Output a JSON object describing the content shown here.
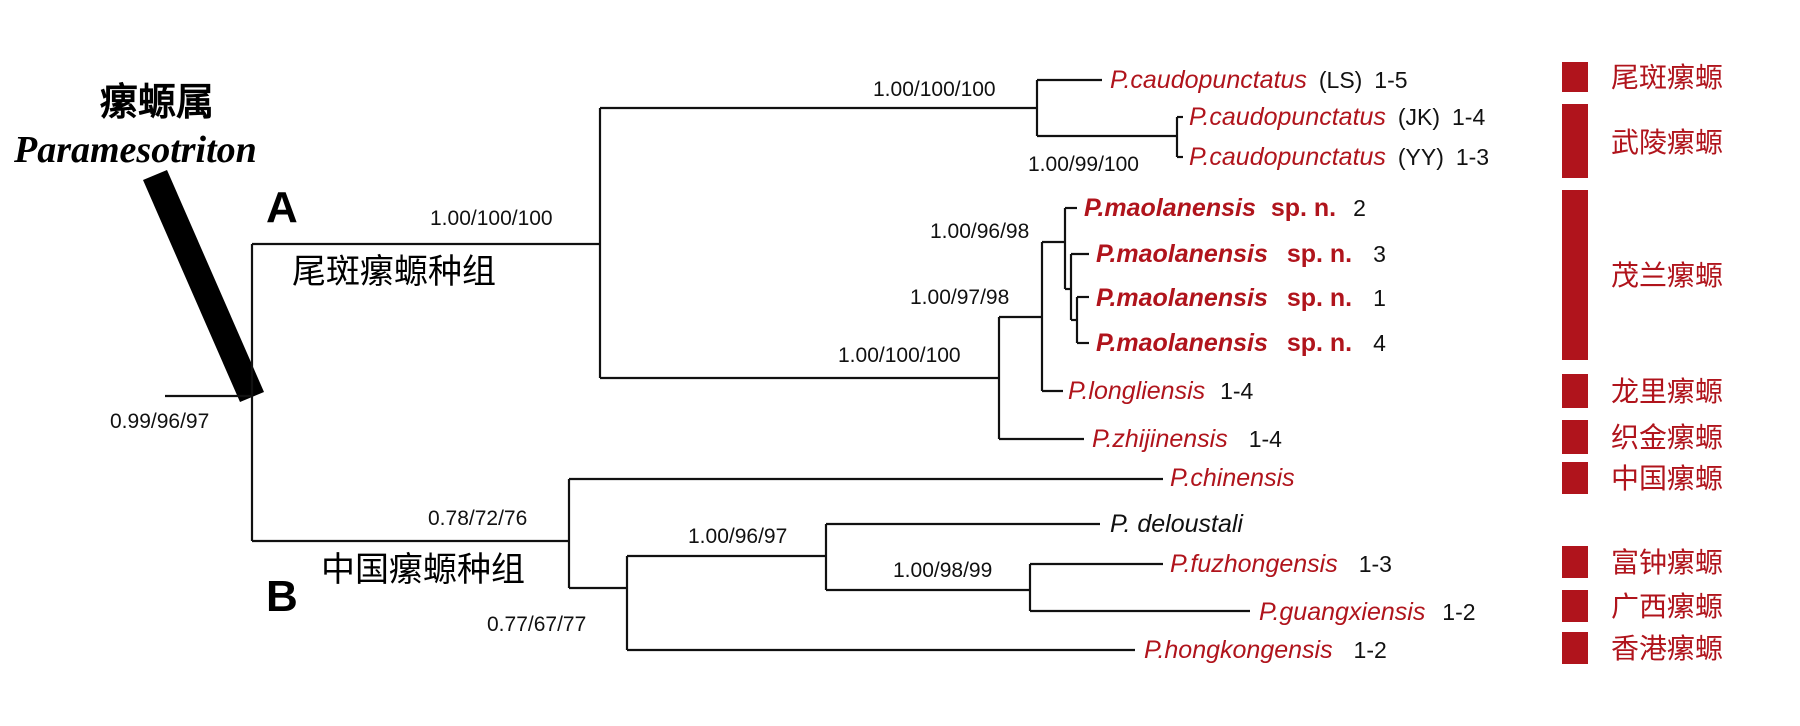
{
  "colors": {
    "accent_red": "#b0141c",
    "line": "#111111",
    "text": "#111111"
  },
  "genus": {
    "name_cn": "瘰螈属",
    "name_latin": "Paramesotriton"
  },
  "clades": [
    {
      "letter": "A",
      "label": "尾斑瘰螈种组"
    },
    {
      "letter": "B",
      "label": "中国瘰螈种组"
    }
  ],
  "support_values": [
    "0.99/96/97",
    "1.00/100/100",
    "1.00/100/100",
    "1.00/99/100",
    "1.00/100/100",
    "1.00/97/98",
    "1.00/96/98",
    "0.78/72/76",
    "0.77/67/77",
    "1.00/96/97",
    "1.00/98/99"
  ],
  "taxa": [
    {
      "name": "P.caudopunctatus",
      "qualifier": "(LS)",
      "count": "1-5",
      "color": "red",
      "bold": false
    },
    {
      "name": "P.caudopunctatus",
      "qualifier": "(JK)",
      "count": "1-4",
      "color": "red",
      "bold": false
    },
    {
      "name": "P.caudopunctatus",
      "qualifier": "(YY)",
      "count": "1-3",
      "color": "red",
      "bold": false
    },
    {
      "name": "P.maolanensis",
      "qualifier": "sp. n.",
      "count": "2",
      "color": "red",
      "bold": true
    },
    {
      "name": "P.maolanensis",
      "qualifier": "sp. n.",
      "count": "3",
      "color": "red",
      "bold": true
    },
    {
      "name": "P.maolanensis",
      "qualifier": "sp. n.",
      "count": "1",
      "color": "red",
      "bold": true
    },
    {
      "name": "P.maolanensis",
      "qualifier": "sp. n.",
      "count": "4",
      "color": "red",
      "bold": true
    },
    {
      "name": "P.longliensis",
      "qualifier": "",
      "count": "1-4",
      "color": "red",
      "bold": false
    },
    {
      "name": "P.zhijinensis",
      "qualifier": "",
      "count": "1-4",
      "color": "red",
      "bold": false
    },
    {
      "name": "P.chinensis",
      "qualifier": "",
      "count": "",
      "color": "red",
      "bold": false
    },
    {
      "name": "P. deloustali",
      "qualifier": "",
      "count": "",
      "color": "black",
      "bold": false
    },
    {
      "name": "P.fuzhongensis",
      "qualifier": "",
      "count": "1-3",
      "color": "red",
      "bold": false
    },
    {
      "name": "P.guangxiensis",
      "qualifier": "",
      "count": "1-2",
      "color": "red",
      "bold": false
    },
    {
      "name": "P.hongkongensis",
      "qualifier": "",
      "count": "1-2",
      "color": "red",
      "bold": false
    }
  ],
  "species_labels": [
    "尾斑瘰螈",
    "武陵瘰螈",
    "茂兰瘰螈",
    "龙里瘰螈",
    "织金瘰螈",
    "中国瘰螈",
    "富钟瘰螈",
    "广西瘰螈",
    "香港瘰螈"
  ]
}
